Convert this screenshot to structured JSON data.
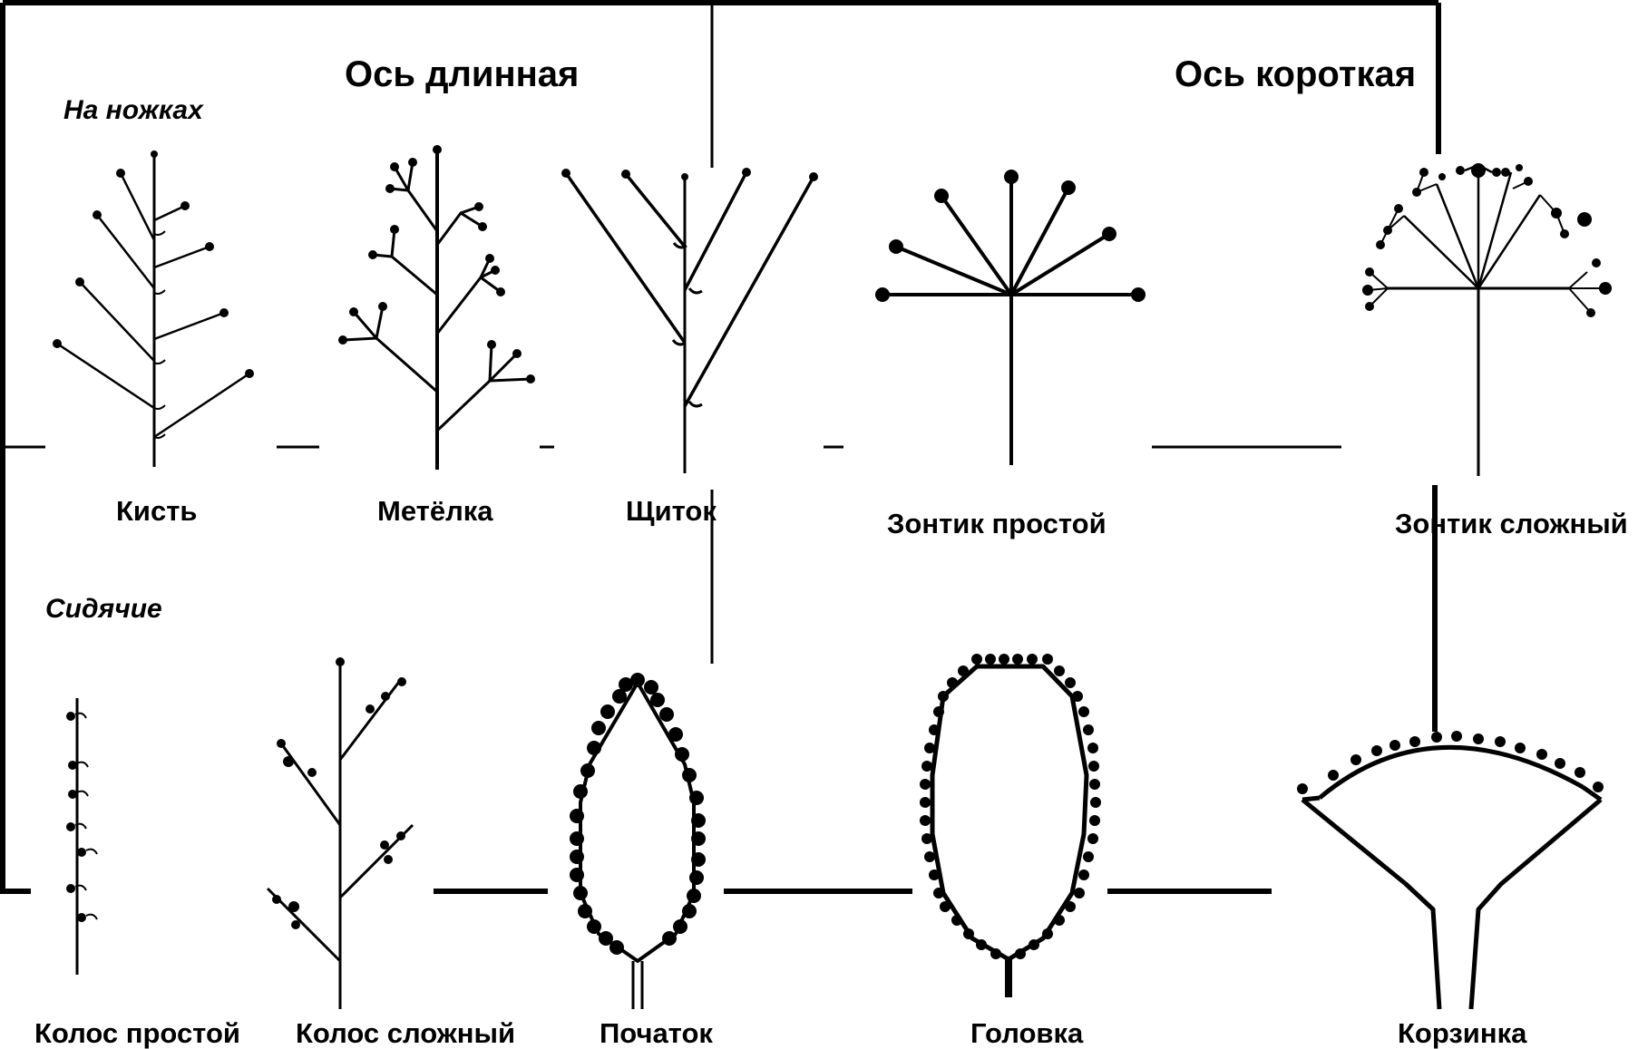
{
  "headings": {
    "long_axis": "Ось длинная",
    "short_axis": "Ось короткая"
  },
  "categories": {
    "pedicellate": "На ножках",
    "sessile": "Сидячие"
  },
  "inflorescences": {
    "raceme": "Кисть",
    "panicle": "Метёлка",
    "corymb": "Щиток",
    "simple_umbel": "Зонтик простой",
    "compound_umbel": "Зонтик сложный",
    "simple_spike": "Колос простой",
    "compound_spike": "Колос сложный",
    "spadix": "Початок",
    "head": "Головка",
    "basket": "Корзинка"
  },
  "colors": {
    "ink": "#000000",
    "background": "#ffffff"
  }
}
